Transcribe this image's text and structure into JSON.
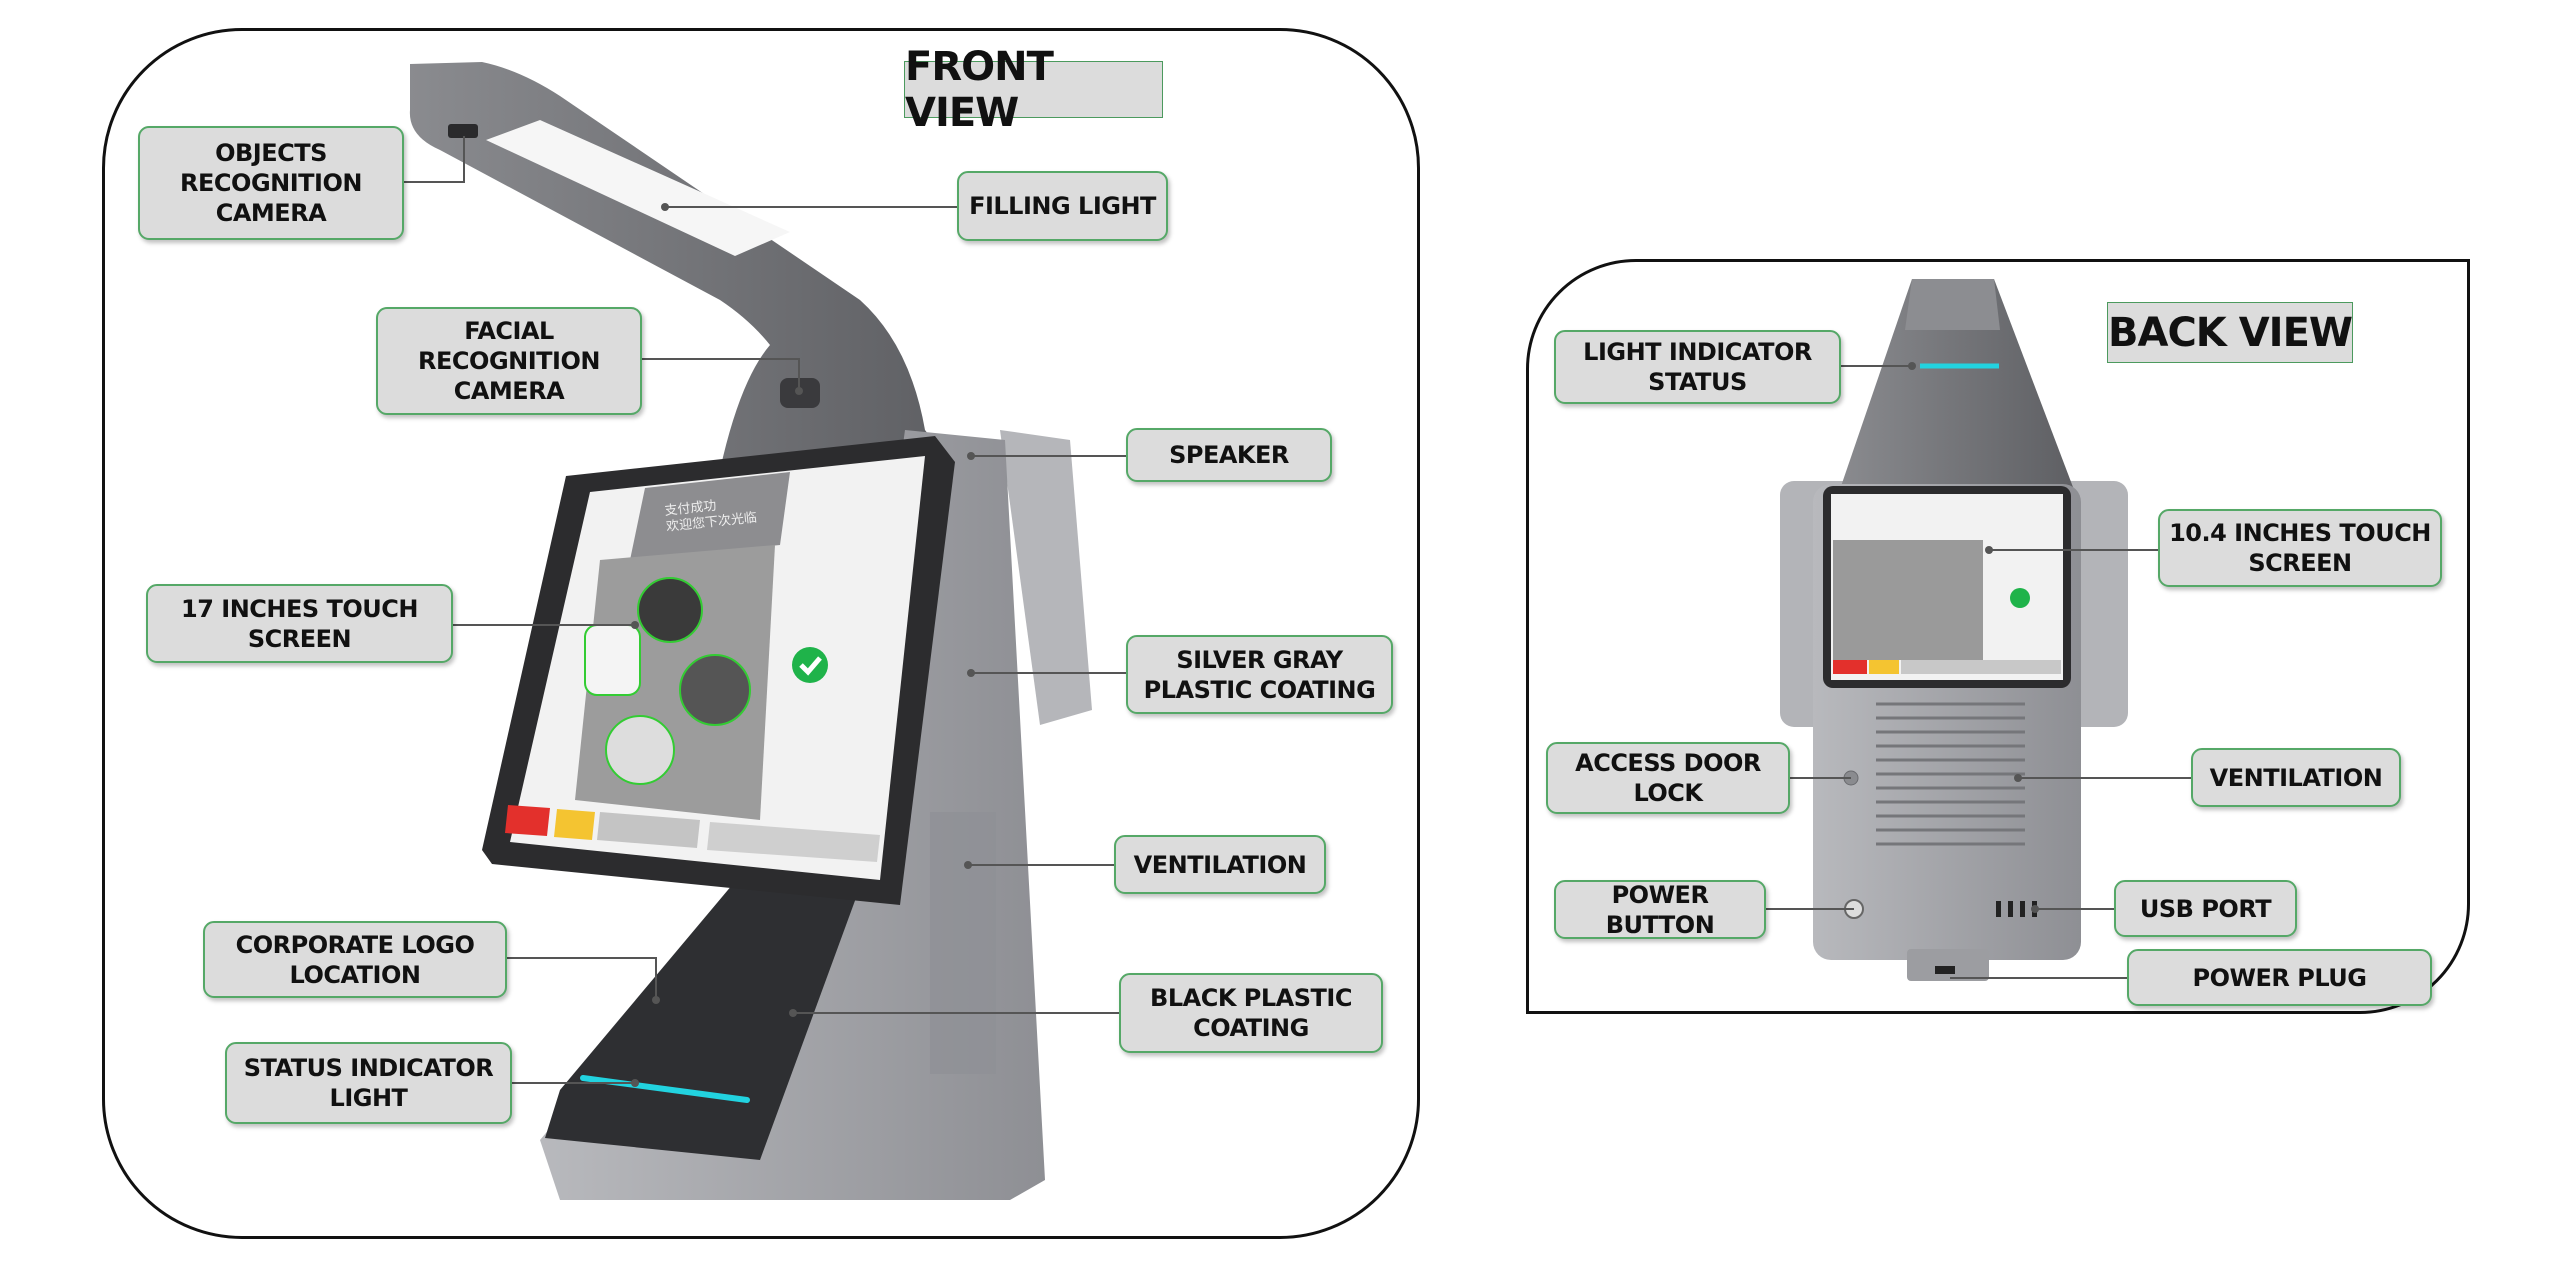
{
  "front_view": {
    "title": "FRONT VIEW",
    "labels": {
      "objects_camera": "OBJECTS\nRECOGNITION\nCAMERA",
      "filling_light": "FILLING LIGHT",
      "facial_camera": "FACIAL\nRECOGNITION\nCAMERA",
      "speaker": "SPEAKER",
      "touch_screen": "17 INCHES TOUCH\nSCREEN",
      "silver_coating": "SILVER GRAY\nPLASTIC COATING",
      "ventilation": "VENTILATION",
      "logo_location": "CORPORATE LOGO\nLOCATION",
      "black_coating": "BLACK PLASTIC\nCOATING",
      "status_light": "STATUS INDICATOR\nLIGHT"
    },
    "screen_text": "支付成功\n欢迎您下次光临"
  },
  "back_view": {
    "title": "BACK VIEW",
    "labels": {
      "light_indicator": "LIGHT INDICATOR\nSTATUS",
      "touch_screen": "10.4 INCHES TOUCH\nSCREEN",
      "access_door": "ACCESS DOOR\nLOCK",
      "ventilation": "VENTILATION",
      "power_button": "POWER BUTTON",
      "usb_port": "USB PORT",
      "power_plug": "POWER PLUG"
    }
  },
  "colors": {
    "label_fill": "#dcdcdc",
    "label_border": "#55a867",
    "indicator_light": "#22d3e0",
    "device_dark": "#6f7074",
    "device_silver": "#a3a4a8"
  }
}
